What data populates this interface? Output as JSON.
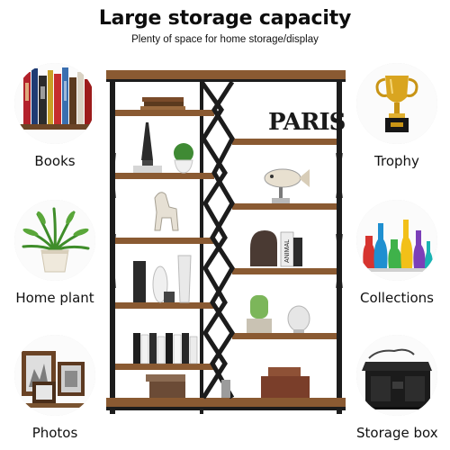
{
  "header": {
    "title": "Large storage capacity",
    "subtitle": "Plenty of space for home storage/display"
  },
  "features_left": [
    {
      "label": "Books",
      "icon": "books-icon"
    },
    {
      "label": "Home plant",
      "icon": "plant-icon"
    },
    {
      "label": "Photos",
      "icon": "photo-frames-icon"
    }
  ],
  "features_right": [
    {
      "label": "Trophy",
      "icon": "trophy-icon"
    },
    {
      "label": "Collections",
      "icon": "glass-vases-icon"
    },
    {
      "label": "Storage box",
      "icon": "storage-box-icon"
    }
  ],
  "shelf_decor": {
    "sign_text": "PARIS",
    "book_text": "ANIMAL"
  },
  "colors": {
    "frame": "#1c1c1c",
    "wood": "#8a5a32",
    "trophy_gold": "#d9a520"
  }
}
